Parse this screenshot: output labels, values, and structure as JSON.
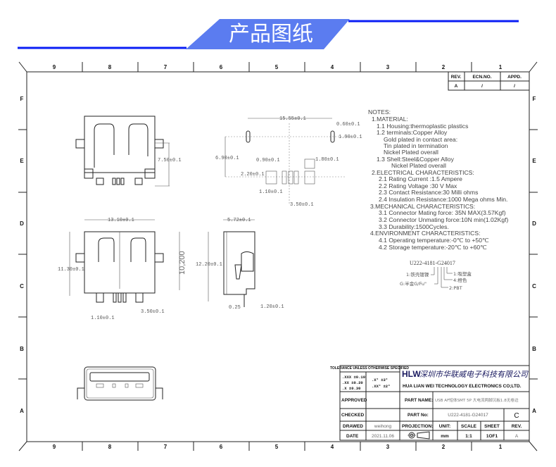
{
  "header": {
    "title": "产品图纸",
    "accent": "#5b7cf0",
    "line_color": "#0a1ef5"
  },
  "ruler": {
    "columns": [
      "9",
      "8",
      "7",
      "6",
      "5",
      "4",
      "3",
      "2",
      "1"
    ],
    "rows": [
      "F",
      "E",
      "D",
      "C",
      "B",
      "A"
    ]
  },
  "revision_table": {
    "headers": [
      "REV.",
      "ECN.NO.",
      "APPD."
    ],
    "row": [
      "A",
      "/",
      "/"
    ]
  },
  "dimensions": {
    "front_top_height": "7.50±0.1",
    "footprint_width": "15.55±0.1",
    "footprint_pin_width": "0.60±0.1",
    "footprint_pin_length": "1.90±0.1",
    "footprint_offset": "6.90±0.1",
    "footprint_pad_gap": "0.90±0.1",
    "footprint_pad_big": "1.80±0.1",
    "footprint_pad_height": "2.20±0.1",
    "footprint_pitch": "1.10±0.1",
    "footprint_center": "3.50±0.1",
    "top_width": "13.10±0.1",
    "top_height": "11.30±0.1",
    "top_inner": "10,200",
    "top_pitch": "1.10±0.1",
    "top_center": "3.50±0.1",
    "side_width": "5.72±0.1",
    "side_height": "12.20±0.1",
    "side_thickness": "0.25",
    "side_pin": "1.20±0.1"
  },
  "notes": [
    "NOTES:",
    "1.MATERIAL:",
    "1.1  Housing:thermoplastic  plastics",
    "1.2  terminals:Copper  Alloy",
    "Gold  plated  in  contact  area:",
    "Tin  plated  in  termination",
    "Nickel  Plated  overall",
    "1.3  Shell:Steel&Copper  Alloy",
    "Nickel  Plated  overall",
    "2.ELECTRICAL  CHARACTERISTICS:",
    "2.1  Rating  Current  :1.5  Ampere",
    "2.2  Rating  Voltage  :30  V  Max",
    "2.3  Contact  Resistance:30  Milli  ohms",
    "2.4  Insulation  Resistance:1000  Mega  ohms  Min.",
    "3.MECHANICAL  CHARACTERISTICS:",
    "3.1  Connector  Mating  force:  35N  MAX(3.57Kgf)",
    "3.2  Connector  Unmating  force:10N  min(1.02Kgf)",
    "3.3  Durability:1500Cycles.",
    "4.ENVIRONMENT  CHARACTERISTICS:",
    "4.1  Operating  temperature:-0℃  to  +50℃",
    "4.2  Storage  temperature:-20℃  to  +60℃"
  ],
  "part_code": {
    "code": "U222-4181-G24017",
    "legend": [
      "1:铁壳镀镍",
      "G:半金G/Fu\"",
      "2:PBT",
      "4:橙色",
      "1:吸塑盒"
    ]
  },
  "title_block": {
    "tolerance_title": "TOLERANCE UNLESS OTHERWISE SPECIFIED",
    "tolerance": [
      ".XXX ±0.10",
      ".XX ±0.20",
      ".X ±0.30",
      ".X° ±3°",
      ".XX° ±2°"
    ],
    "logo": "HLW",
    "company_cn": "深圳市华联威电子科技有限公司",
    "company_en": "HUA LIAN WEI TECHNOLOGY ELECTRONICS CO;LTD.",
    "approved_label": "APPROVED",
    "approved_value": "",
    "checked_label": "CHECKED",
    "checked_value": "",
    "drawed_label": "DRAWED",
    "drawed_value": "weihong",
    "date_label": "DATE",
    "date_value": "2021.11.06",
    "part_name_label": "PART NAME:",
    "part_name_value": "USB AF短体SMT 5P 大电流两脚沉板1.8无卷边",
    "part_no_label": "PART No:",
    "part_no_value": "U222-4181-G24017",
    "size": "C",
    "projection_label": "PROJECTION:",
    "unit_label": "UNIT:",
    "unit_value": "mm",
    "scale_label": "SCALE",
    "scale_value": "1:1",
    "sheet_label": "SHEET",
    "sheet_value": "1OF1",
    "rev_label": "REV.",
    "rev_value": "A"
  }
}
